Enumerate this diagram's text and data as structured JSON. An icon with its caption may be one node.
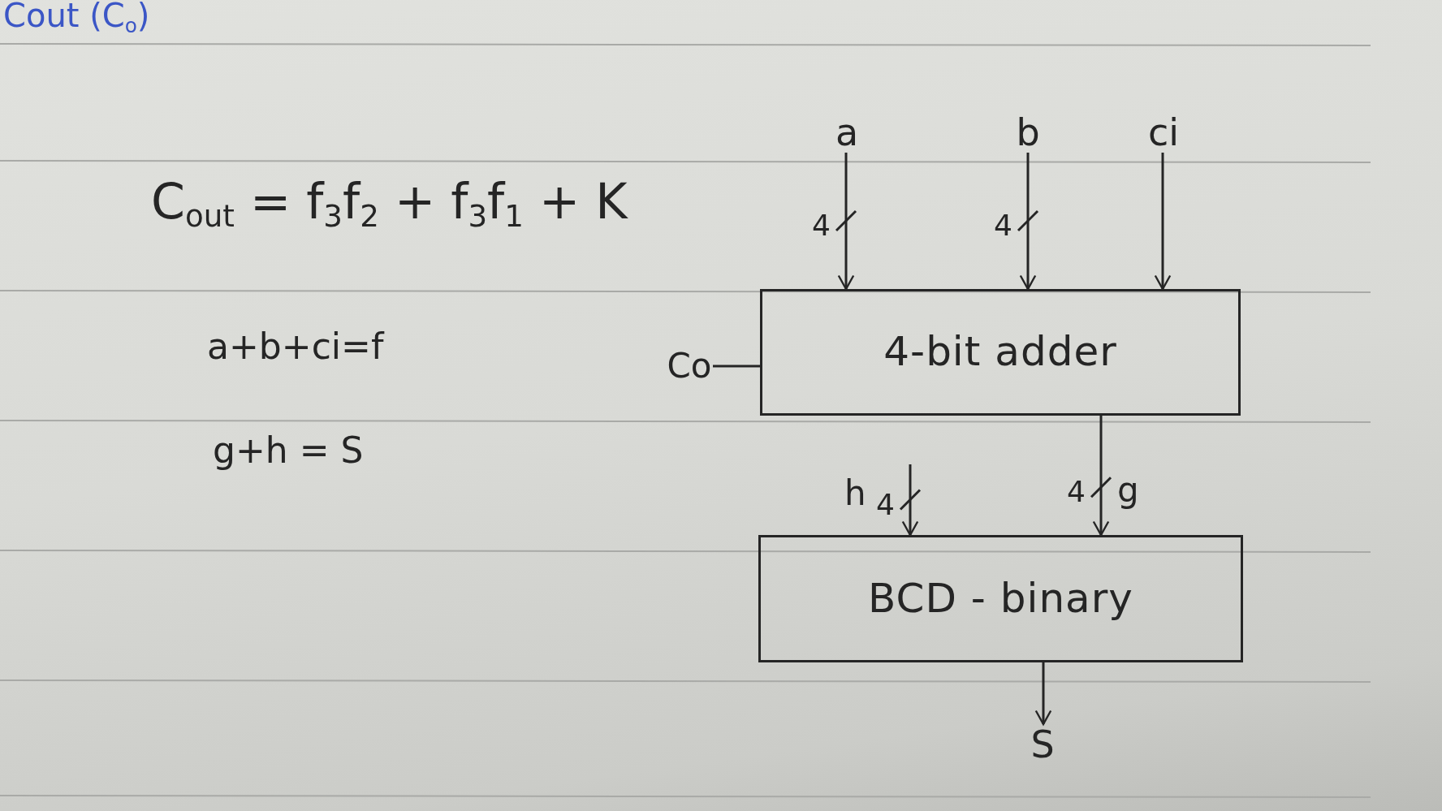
{
  "diagram": {
    "nodes": [
      {
        "text": [
          "a"
        ]
      },
      {
        "text": [
          "b"
        ]
      },
      {
        "text": [
          "ci"
        ]
      },
      {
        "text": [
          "Co"
        ]
      },
      {
        "text": [
          "4-bit adder"
        ]
      },
      {
        "text": [
          "BCD - binary"
        ]
      },
      {
        "text": [
          "S"
        ]
      }
    ],
    "edges": [
      {
        "from": 0,
        "to": 4,
        "arrow": "to",
        "label": "4"
      },
      {
        "from": 1,
        "to": 4,
        "arrow": "to",
        "label": "4"
      },
      {
        "from": 2,
        "to": 4,
        "arrow": "to"
      },
      {
        "from": 4,
        "to": 3,
        "arrow": "none"
      },
      {
        "from": null,
        "to": 5,
        "arrow": "to",
        "label": "4"
      },
      {
        "from": 4,
        "to": 5,
        "arrow": "to",
        "label": "4"
      },
      {
        "from": 5,
        "to": 6,
        "arrow": "to"
      }
    ],
    "labels": [
      "Cout (C$_{o}$)",
      "C$_{out}$ = f$_{3}$f$_{2}$ + f$_{3}$f$_{1}$ + K",
      "a+b+ci=f",
      "g+h = S",
      "h",
      "g"
    ]
  }
}
